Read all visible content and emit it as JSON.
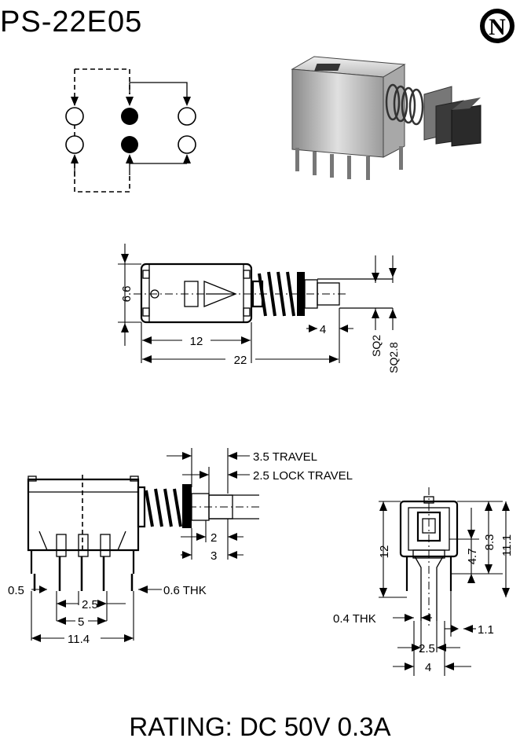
{
  "title": "PS-22E05",
  "logo_letter": "N",
  "rating": "RATING: DC 50V 0.3A",
  "side_view": {
    "height": "6.6",
    "body_length": "12",
    "total_length": "22",
    "shaft_length": "4",
    "shaft_sq_small": "SQ2",
    "shaft_sq_large": "SQ2.8"
  },
  "front_view": {
    "travel": "3.5 TRAVEL",
    "lock_travel": "2.5 LOCK TRAVEL",
    "dim_2": "2",
    "dim_3": "3",
    "pin_width": "0.5",
    "pin_pitch": "2.5",
    "row_span": "5",
    "width": "11.4",
    "terminal_thk": "0.6 THK"
  },
  "end_view": {
    "height": "12",
    "dim_4_7": "4.7",
    "dim_8_3": "8.3",
    "dim_11_1": "11.1",
    "lug_thk": "0.4 THK",
    "pin_pitch": "2.5",
    "width": "4",
    "lug_offset": "1.1"
  }
}
